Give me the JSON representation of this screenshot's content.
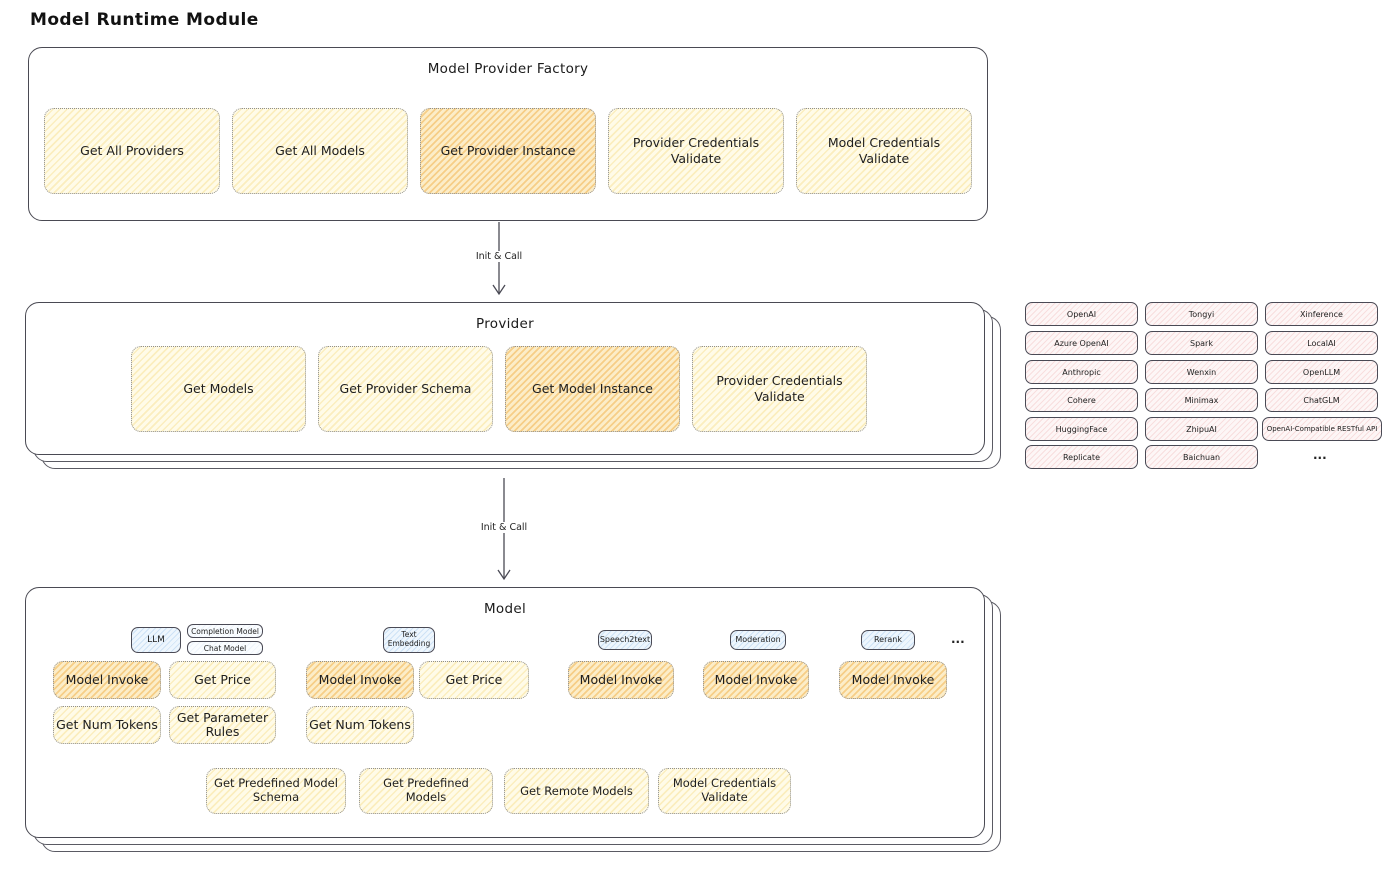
{
  "title": "Model Runtime Module",
  "factory": {
    "label": "Model Provider Factory",
    "methods": [
      {
        "label": "Get All Providers",
        "highlighted": false
      },
      {
        "label": "Get All Models",
        "highlighted": false
      },
      {
        "label": "Get Provider Instance",
        "highlighted": true
      },
      {
        "label": "Provider Credentials Validate",
        "highlighted": false
      },
      {
        "label": "Model Credentials Validate",
        "highlighted": false
      }
    ]
  },
  "arrows": {
    "factory_to_provider": "Init & Call",
    "provider_to_model": "Init & Call"
  },
  "provider": {
    "label": "Provider",
    "methods": [
      {
        "label": "Get Models",
        "highlighted": false
      },
      {
        "label": "Get Provider Schema",
        "highlighted": false
      },
      {
        "label": "Get Model Instance",
        "highlighted": true
      },
      {
        "label": "Provider Credentials Validate",
        "highlighted": false
      }
    ]
  },
  "providers_grid": {
    "columns": [
      [
        "OpenAI",
        "Azure OpenAI",
        "Anthropic",
        "Cohere",
        "HuggingFace",
        "Replicate"
      ],
      [
        "Tongyi",
        "Spark",
        "Wenxin",
        "Minimax",
        "ZhipuAI",
        "Baichuan"
      ],
      [
        "Xinference",
        "LocalAI",
        "OpenLLM",
        "ChatGLM",
        "OpenAI-Compatible RESTful API",
        "..."
      ]
    ]
  },
  "model": {
    "label": "Model",
    "ellipsis": "...",
    "groups": [
      {
        "tab": "LLM",
        "subtabs": [
          "Completion Model",
          "Chat Model"
        ],
        "methods": {
          "invoke": "Model Invoke",
          "price": "Get Price",
          "tokens": "Get Num Tokens",
          "rules": "Get Parameter Rules"
        }
      },
      {
        "tab": "Text Embedding",
        "methods": {
          "invoke": "Model Invoke",
          "price": "Get Price",
          "tokens": "Get Num Tokens"
        }
      },
      {
        "tab": "Speech2text",
        "methods": {
          "invoke": "Model Invoke"
        }
      },
      {
        "tab": "Moderation",
        "methods": {
          "invoke": "Model Invoke"
        }
      },
      {
        "tab": "Rerank",
        "methods": {
          "invoke": "Model Invoke"
        }
      }
    ],
    "shared": [
      "Get Predefined Model Schema",
      "Get Predefined Models",
      "Get Remote Models",
      "Model Credentials Validate"
    ]
  },
  "colors": {
    "method_fill": "#fffbe8",
    "highlight_fill": "#fcedc8",
    "provider_chip_fill": "#fdf6f6",
    "model_type_fill": "#eef6fd",
    "border_dark": "#4a4a53"
  }
}
